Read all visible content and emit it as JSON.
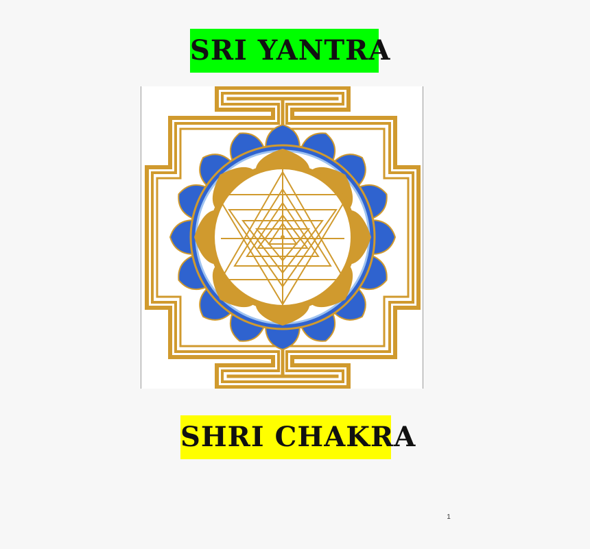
{
  "document": {
    "title": "SRI YANTRA",
    "subtitle": "SHRI CHAKRA",
    "page_number": "1"
  },
  "colors": {
    "page_background": "#f7f7f7",
    "title_highlight": "#00ff00",
    "subtitle_highlight": "#ffff00",
    "gold": "#d09a2e",
    "blue": "#2f63cf",
    "light_blue": "#9fc3f0",
    "text": "#111111"
  },
  "image": {
    "subject": "sri-yantra-diagram"
  }
}
